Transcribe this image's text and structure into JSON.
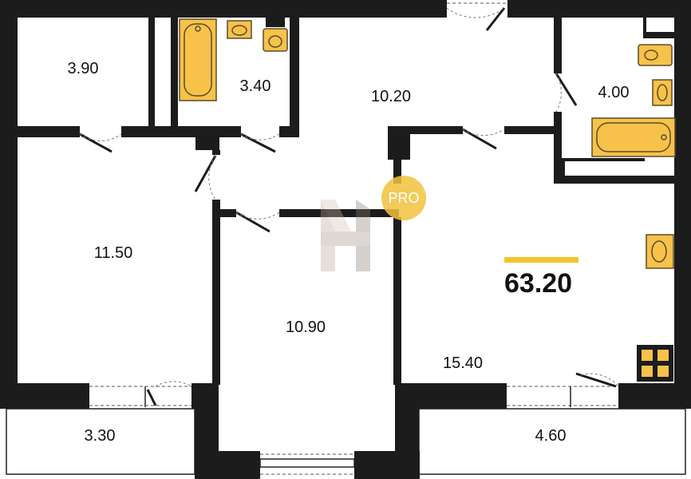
{
  "colors": {
    "wall": "#1c1c1c",
    "fixture_fill": "#f6c24a",
    "fixture_stroke": "#5a4a2a",
    "accent": "#f4c430",
    "pro_badge": "#f2c23e"
  },
  "rooms": [
    {
      "id": "room-a",
      "area": "3.90"
    },
    {
      "id": "bathroom",
      "area": "3.40"
    },
    {
      "id": "hallway",
      "area": "10.20"
    },
    {
      "id": "bathroom-2",
      "area": "4.00"
    },
    {
      "id": "room-b",
      "area": "11.50"
    },
    {
      "id": "room-c",
      "area": "10.90"
    },
    {
      "id": "room-d",
      "area": "15.40"
    },
    {
      "id": "balcony-left",
      "area": "3.30"
    },
    {
      "id": "balcony-right",
      "area": "4.60"
    }
  ],
  "total": {
    "area": "63.20"
  },
  "badge": {
    "label": "PRO"
  },
  "icons": [
    "bathtub-icon",
    "sink-icon",
    "toilet-icon",
    "stove-icon",
    "watermark-logo-icon"
  ]
}
